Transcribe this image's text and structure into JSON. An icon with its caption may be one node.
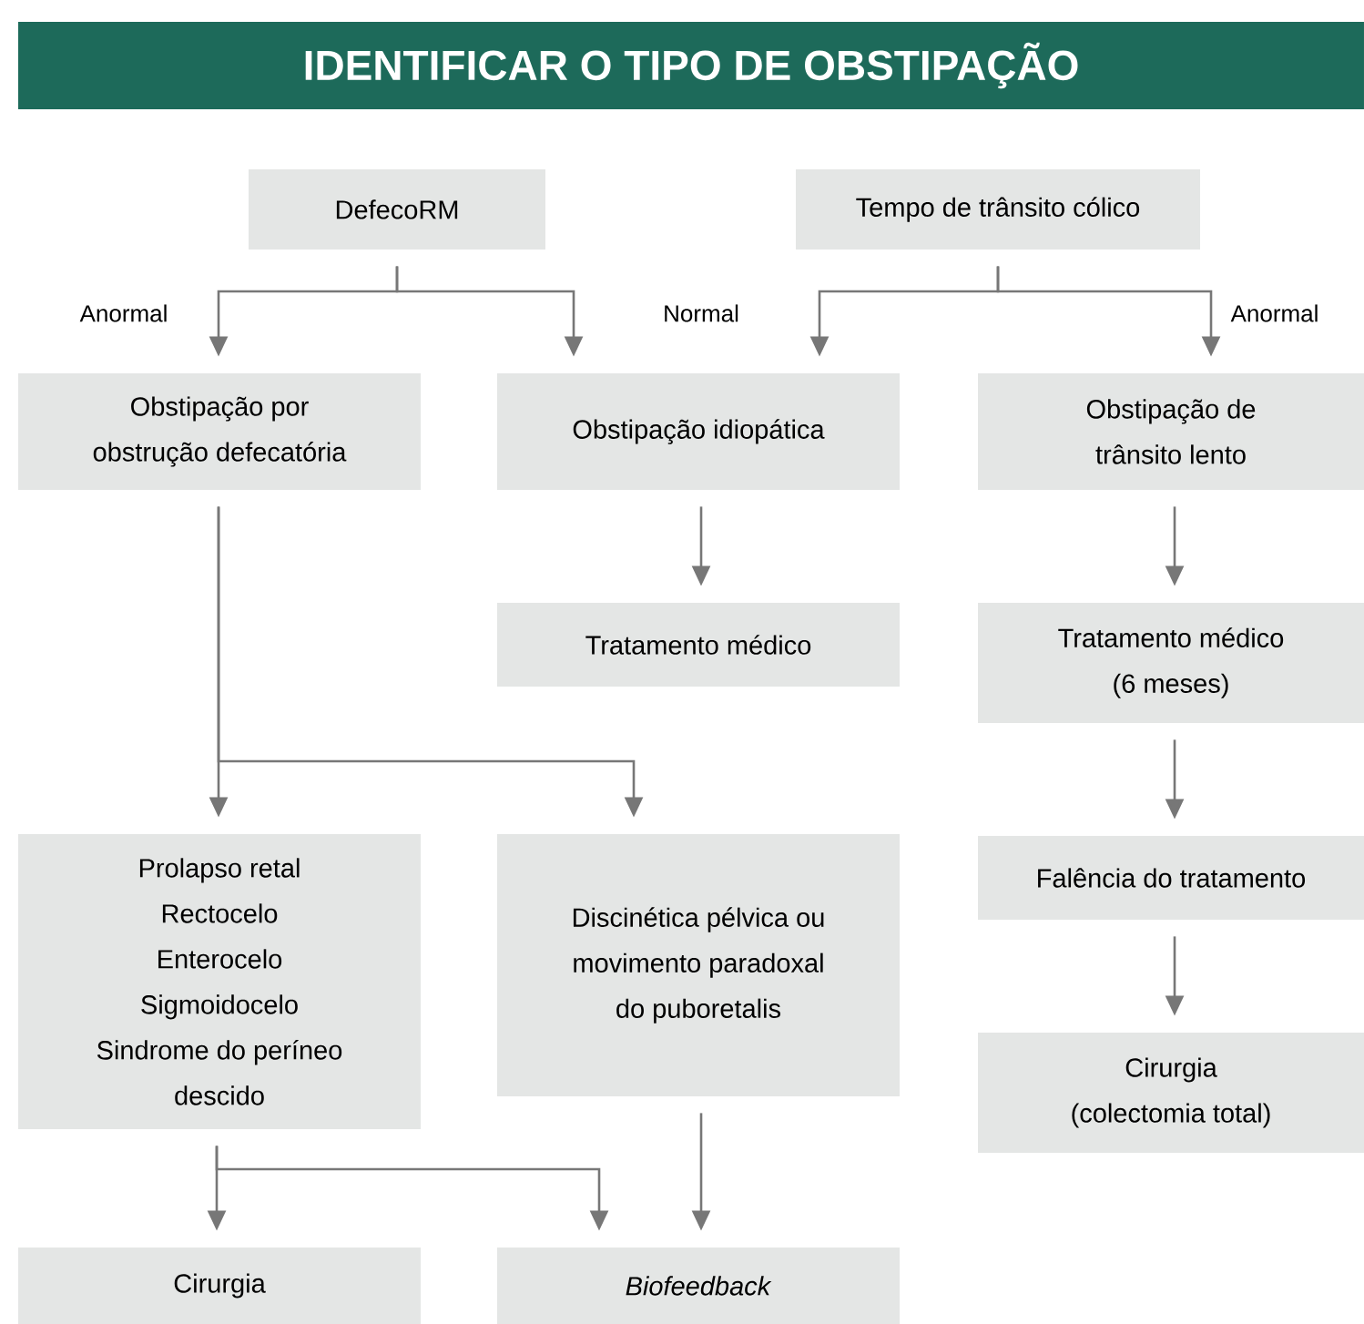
{
  "diagram": {
    "title": "IDENTIFICAR O TIPO DE OBSTIPAÇÃO",
    "nodes": [
      {
        "text": [
          "DefecoRM"
        ]
      },
      {
        "text": [
          "Tempo de trânsito cólico"
        ]
      },
      {
        "text": [
          "Obstipação por obstrução defecatória"
        ]
      },
      {
        "text": [
          "Obstipação idiopática"
        ]
      },
      {
        "text": [
          "Obstipação de trânsito lento"
        ]
      },
      {
        "text": [
          "Tratamento médico"
        ]
      },
      {
        "text": [
          "Tratamento médico (6 meses)"
        ]
      },
      {
        "text": [
          "Prolapso retal",
          "Rectocelo",
          "Enterocelo",
          "Sigmoidocelo",
          "Sindrome do períneo descido"
        ]
      },
      {
        "text": [
          "Discinética pélvica ou movimento paradoxal do puboretalis"
        ]
      },
      {
        "text": [
          "Falência do tratamento"
        ]
      },
      {
        "text": [
          "Cirurgia (colectomia total)"
        ]
      },
      {
        "text": [
          "Cirurgia"
        ]
      },
      {
        "text": [
          "*Biofeedback*"
        ]
      }
    ],
    "edges": [
      {
        "from": 0,
        "to": 2,
        "arrow": "to",
        "label": "Anormal"
      },
      {
        "from": 0,
        "to": 3,
        "arrow": "to"
      },
      {
        "from": 1,
        "to": 3,
        "arrow": "to",
        "label": "Normal"
      },
      {
        "from": 1,
        "to": 4,
        "arrow": "to",
        "label": "Anormal"
      },
      {
        "from": 2,
        "to": 7,
        "arrow": "to"
      },
      {
        "from": 2,
        "to": 8,
        "arrow": "to"
      },
      {
        "from": 3,
        "to": 5,
        "arrow": "to"
      },
      {
        "from": 4,
        "to": 6,
        "arrow": "to"
      },
      {
        "from": 6,
        "to": 9,
        "arrow": "to"
      },
      {
        "from": 9,
        "to": 10,
        "arrow": "to"
      },
      {
        "from": 7,
        "to": 11,
        "arrow": "to"
      },
      {
        "from": 7,
        "to": 12,
        "arrow": "to"
      },
      {
        "from": 8,
        "to": 12,
        "arrow": "to"
      }
    ]
  }
}
